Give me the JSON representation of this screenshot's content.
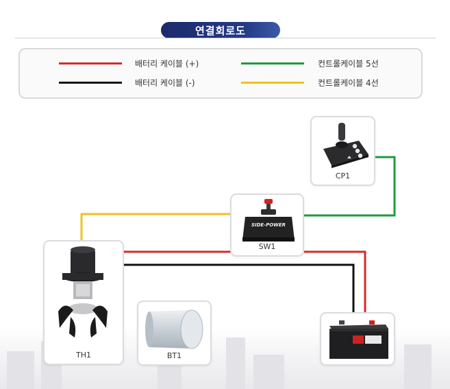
{
  "title": "연결회로도",
  "legend": {
    "battery_pos": {
      "label": "배터리 케이블 (+)",
      "color": "#d42a2a"
    },
    "battery_neg": {
      "label": "배터리 케이블 (-)",
      "color": "#111111"
    },
    "control_5": {
      "label": "컨트롤케이블 5선",
      "color": "#1f9a3d"
    },
    "control_4": {
      "label": "컨트롤케이블 4선",
      "color": "#f0c020"
    }
  },
  "components": {
    "cp1": {
      "label": "CP1",
      "icon": "joystick-control-panel-icon"
    },
    "sw1": {
      "label": "SW1",
      "icon": "main-switch-box-icon",
      "brand": "SIDE-POWER"
    },
    "th1": {
      "label": "TH1",
      "icon": "bow-thruster-icon"
    },
    "bt1": {
      "label": "BT1",
      "icon": "duct-tube-icon"
    },
    "bat": {
      "label": "",
      "icon": "battery-icon"
    }
  },
  "connections": [
    {
      "from": "SW1",
      "to": "TH1",
      "cable": "control_4"
    },
    {
      "from": "SW1",
      "to": "CP1",
      "cable": "control_5"
    },
    {
      "from": "TH1",
      "to": "battery",
      "cable": "battery_pos",
      "via": "SW1"
    },
    {
      "from": "TH1",
      "to": "battery",
      "cable": "battery_neg"
    }
  ]
}
